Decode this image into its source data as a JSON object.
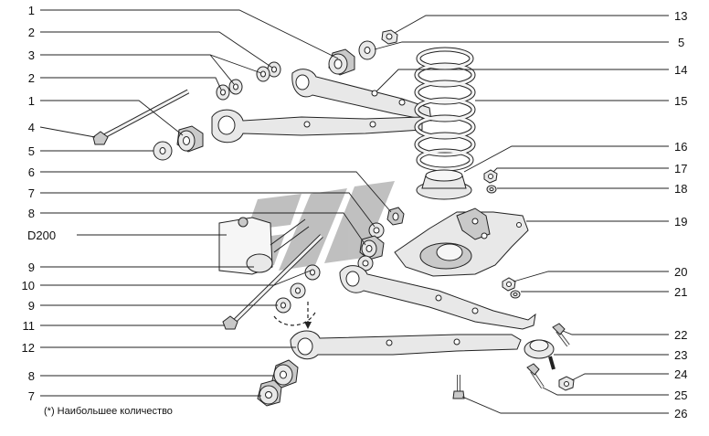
{
  "diagram": {
    "title": "Front suspension parts",
    "left_labels": [
      "1",
      "2",
      "3",
      "2",
      "1",
      "4",
      "5",
      "6",
      "7",
      "8",
      "D200",
      "9",
      "10",
      "9",
      "11",
      "12",
      "8",
      "7"
    ],
    "right_labels": [
      "13",
      "5",
      "14",
      "15",
      "16",
      "17",
      "18",
      "19",
      "20",
      "21",
      "22",
      "23",
      "24",
      "25",
      "26"
    ],
    "footnote": "(*) Наибольшее количество"
  },
  "colors": {
    "ink": "#222222",
    "part_fill": "#e8e8e8",
    "watermark": "#8c8c8c"
  },
  "icons": [
    "watermark-logo"
  ]
}
